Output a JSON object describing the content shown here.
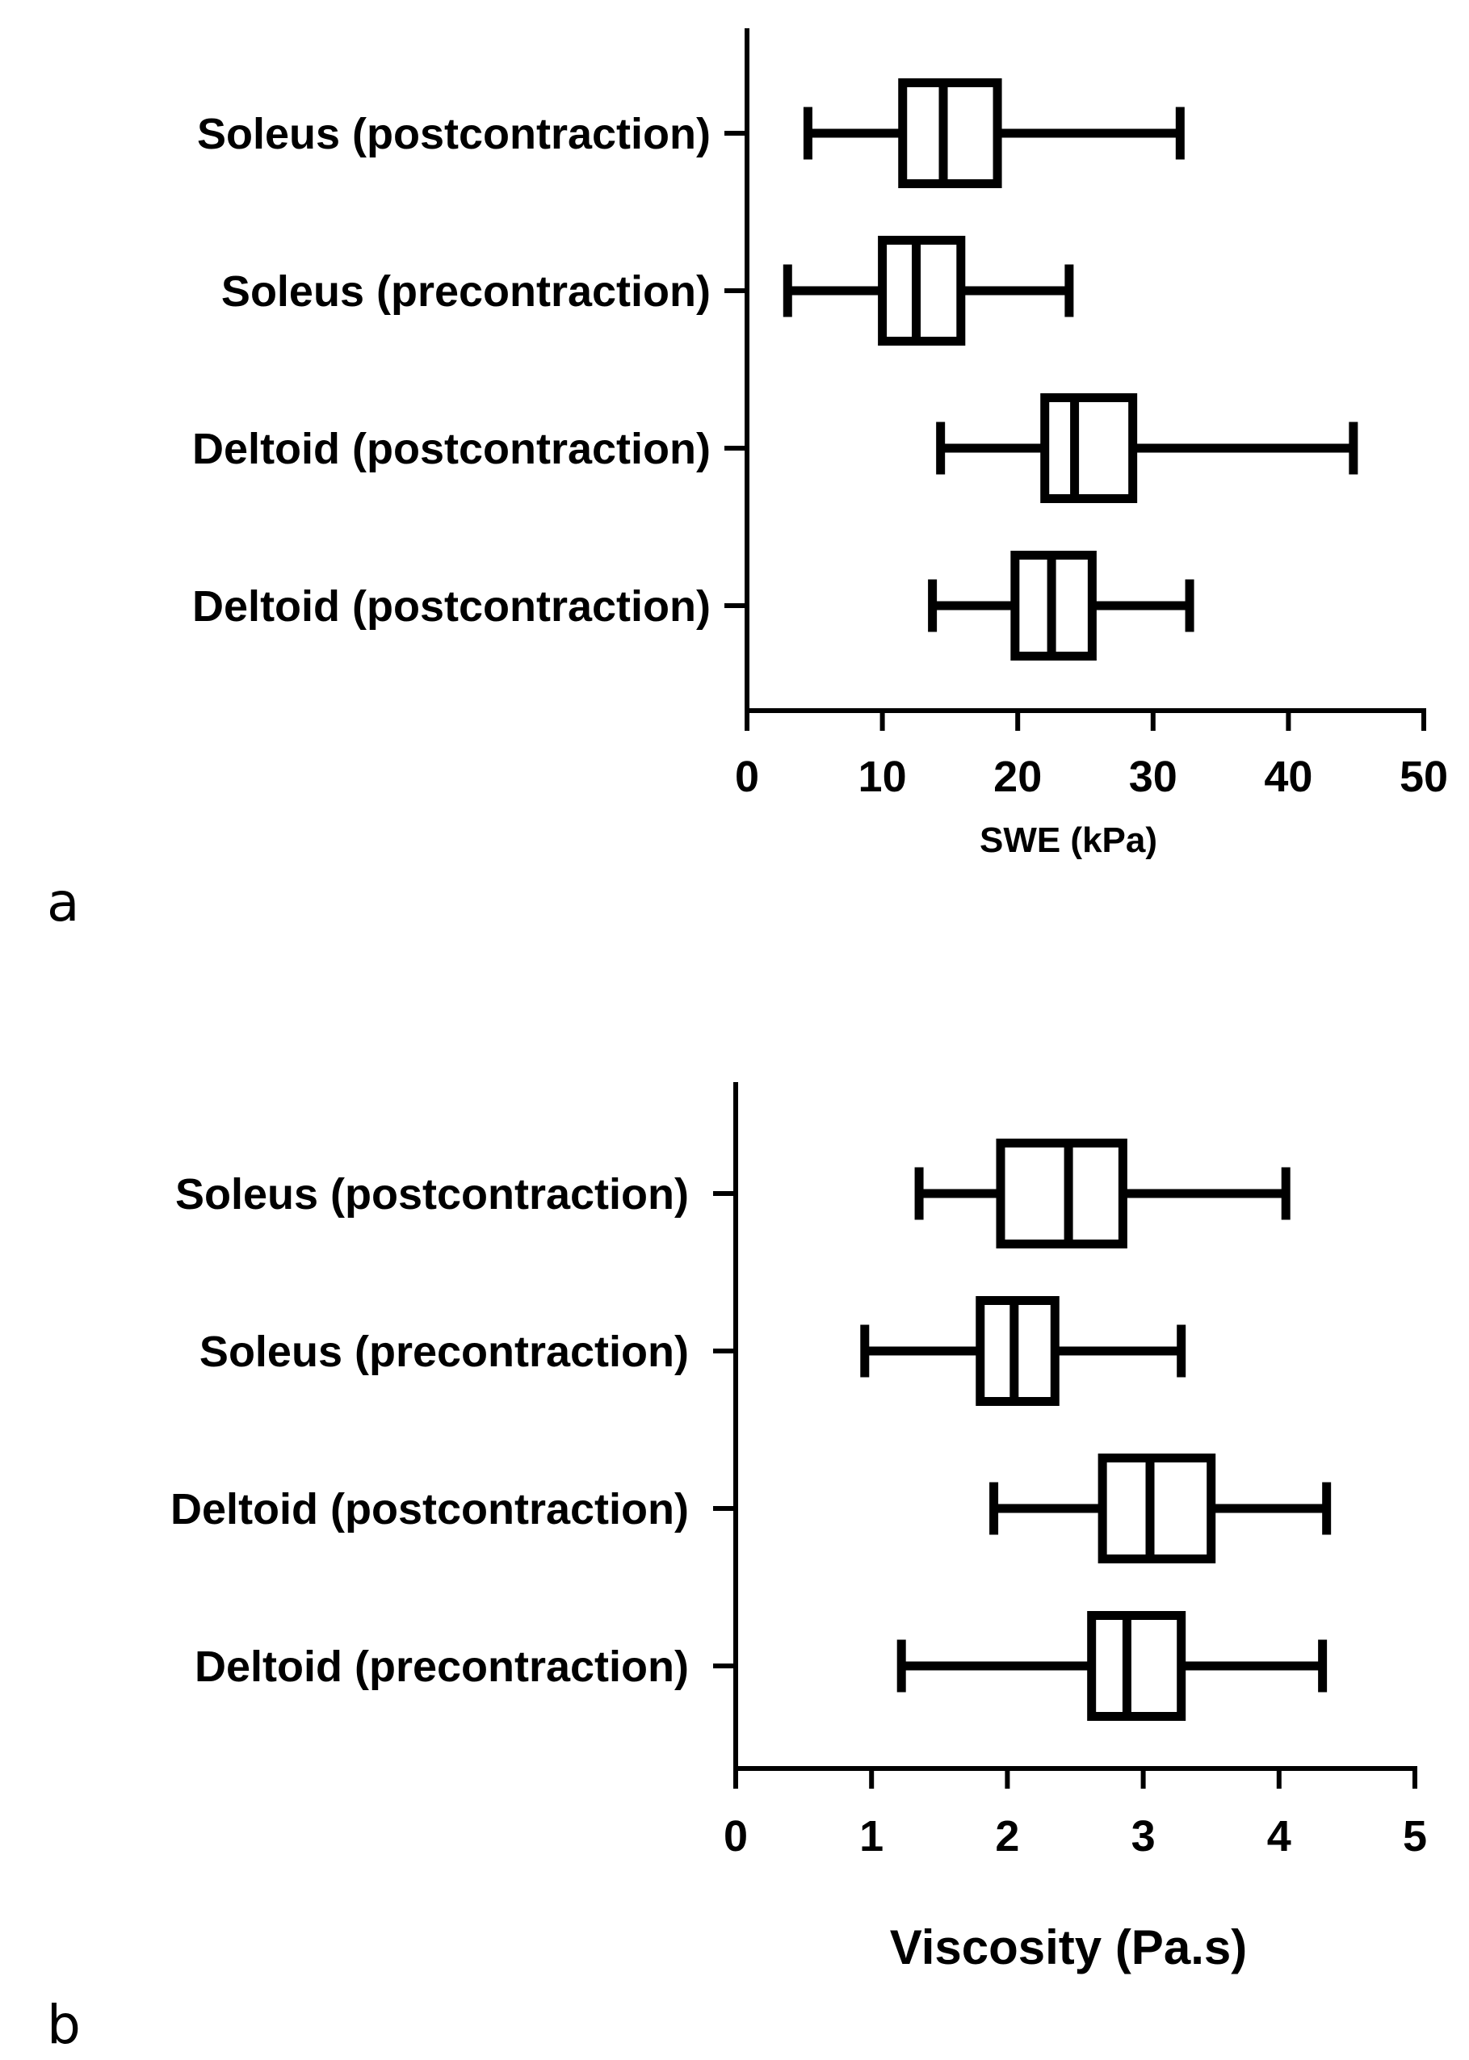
{
  "chart_data": [
    {
      "type": "boxplot",
      "panel": "a",
      "orientation": "horizontal",
      "xlabel": "SWE (kPa)",
      "xlim": [
        0,
        50
      ],
      "xticks": [
        0,
        10,
        20,
        30,
        40,
        50
      ],
      "categories": [
        "Soleus (postcontraction)",
        "Soleus (precontraction)",
        "Deltoid (postcontraction)",
        "Deltoid (postcontraction)"
      ],
      "boxes": [
        {
          "min": 4.5,
          "q1": 11.5,
          "median": 14.5,
          "q3": 18.5,
          "max": 32
        },
        {
          "min": 3,
          "q1": 10,
          "median": 12.5,
          "q3": 15.8,
          "max": 23.8
        },
        {
          "min": 14.3,
          "q1": 22,
          "median": 24.2,
          "q3": 28.5,
          "max": 44.8
        },
        {
          "min": 13.7,
          "q1": 19.8,
          "median": 22.5,
          "q3": 25.5,
          "max": 32.7
        }
      ]
    },
    {
      "type": "boxplot",
      "panel": "b",
      "orientation": "horizontal",
      "xlabel": "Viscosity (Pa.s)",
      "xlim": [
        0,
        5
      ],
      "xticks": [
        0,
        1,
        2,
        3,
        4,
        5
      ],
      "categories": [
        "Soleus (postcontraction)",
        "Soleus (precontraction)",
        "Deltoid (postcontraction)",
        "Deltoid (precontraction)"
      ],
      "boxes": [
        {
          "min": 1.35,
          "q1": 1.95,
          "median": 2.45,
          "q3": 2.85,
          "max": 4.05
        },
        {
          "min": 0.95,
          "q1": 1.8,
          "median": 2.05,
          "q3": 2.35,
          "max": 3.28
        },
        {
          "min": 1.9,
          "q1": 2.7,
          "median": 3.05,
          "q3": 3.5,
          "max": 4.35
        },
        {
          "min": 1.22,
          "q1": 2.62,
          "median": 2.88,
          "q3": 3.28,
          "max": 4.32
        }
      ]
    }
  ]
}
